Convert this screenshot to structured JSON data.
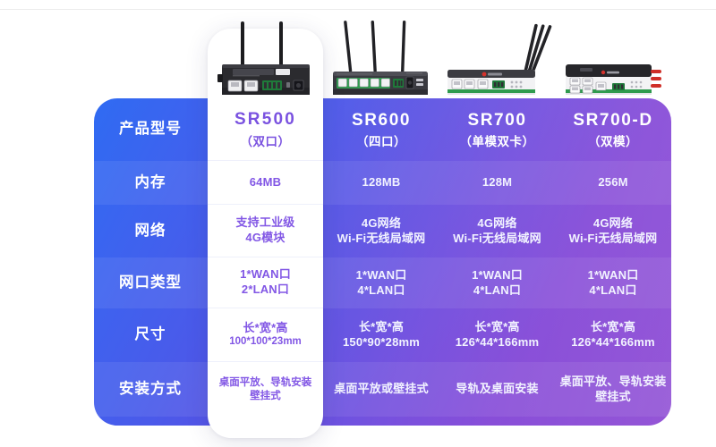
{
  "table": {
    "row_labels": [
      "产品型号",
      "内存",
      "网络",
      "网口类型",
      "尺寸",
      "安装方式"
    ],
    "columns": [
      {
        "featured": true,
        "model": "SR500",
        "model_sub": "（双口）",
        "image_name": "sr500-router-image",
        "memory": "64MB",
        "network_line1": "支持工业级",
        "network_line2": "4G模块",
        "ports_line1": "1*WAN口",
        "ports_line2": "2*LAN口",
        "size_line1": "长*宽*高",
        "size_line2": "100*100*23mm",
        "mount_line1": "桌面平放、导轨安装",
        "mount_line2": "壁挂式"
      },
      {
        "featured": false,
        "model": "SR600",
        "model_sub": "（四口）",
        "image_name": "sr600-router-image",
        "memory": "128MB",
        "network_line1": "4G网络",
        "network_line2": "Wi-Fi无线局域网",
        "ports_line1": "1*WAN口",
        "ports_line2": "4*LAN口",
        "size_line1": "长*宽*高",
        "size_line2": "150*90*28mm",
        "mount_line1": "桌面平放或壁挂式",
        "mount_line2": ""
      },
      {
        "featured": false,
        "model": "SR700",
        "model_sub": "（单模双卡）",
        "image_name": "sr700-router-image",
        "memory": "128M",
        "network_line1": "4G网络",
        "network_line2": "Wi-Fi无线局域网",
        "ports_line1": "1*WAN口",
        "ports_line2": "4*LAN口",
        "size_line1": "长*宽*高",
        "size_line2": "126*44*166mm",
        "mount_line1": "导轨及桌面安装",
        "mount_line2": ""
      },
      {
        "featured": false,
        "model": "SR700-D",
        "model_sub": "（双模）",
        "image_name": "sr700d-router-image",
        "memory": "256M",
        "network_line1": "4G网络",
        "network_line2": "Wi-Fi无线局域网",
        "ports_line1": "1*WAN口",
        "ports_line2": "4*LAN口",
        "size_line1": "长*宽*高",
        "size_line2": "126*44*166mm",
        "mount_line1": "桌面平放、导轨安装",
        "mount_line2": "壁挂式"
      }
    ]
  },
  "colors": {
    "gradient_start": "#2f6bf2",
    "gradient_end": "#7c2ecd",
    "featured_text": "#7a52e0",
    "card_background": "#ffffff",
    "page_background": "#ffffff"
  }
}
